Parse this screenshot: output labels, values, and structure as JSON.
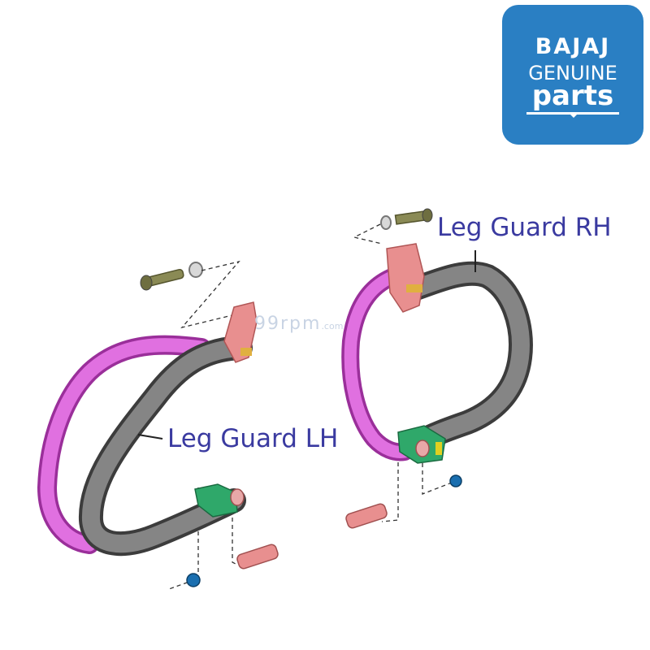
{
  "logo": {
    "brand": "BAJAJ",
    "line2": "GENUINE",
    "line3": "parts"
  },
  "labels": {
    "rh": "Leg Guard RH",
    "lh": "Leg Guard LH"
  },
  "watermark": {
    "main": "99rpm",
    "suffix": ".com"
  },
  "colors": {
    "logo_bg": "#2a7fc3",
    "label": "#3a3aa0",
    "guard_front": "#6b6b6b",
    "guard_rear": "#d860d8",
    "bracket": "#e89090",
    "clamp": "#2fa86a",
    "nut": "#1a6fb0"
  }
}
